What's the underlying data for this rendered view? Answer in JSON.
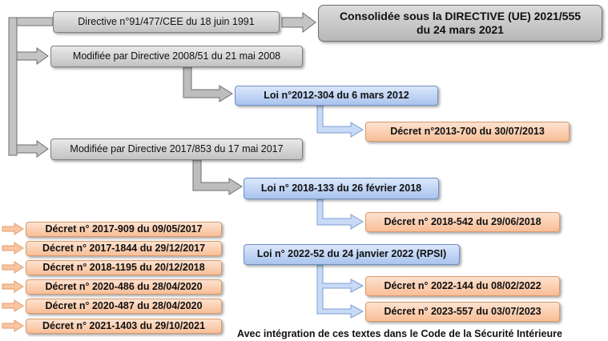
{
  "nodes": {
    "directive_1991": "Directive n°91/477/CEE du 18 juin 1991",
    "consolidated": "Consolidée sous la DIRECTIVE (UE) 2021/555\ndu 24 mars 2021",
    "modified_2008": "Modifiée par Directive 2008/51 du 21 mai 2008",
    "loi_2012": "Loi n°2012-304 du 6 mars 2012",
    "decret_2013": "Décret n°2013-700 du 30/07/2013",
    "modified_2017": "Modifiée par Directive 2017/853 du 17 mai 2017",
    "loi_2018": "Loi n° 2018-133 du 26 février 2018",
    "decret_2018_542": "Décret n° 2018-542 du 29/06/2018",
    "loi_2022": "Loi n° 2022-52 du 24 janvier 2022 (RPSI)",
    "decret_2022": "Décret n° 2022-144 du 08/02/2022",
    "decret_2023": "Décret n° 2023-557 du 03/07/2023"
  },
  "decree_list": [
    "Décret n° 2017-909 du 09/05/2017",
    "Décret n° 2017-1844 du 29/12/2017",
    "Décret n° 2018-1195 du 20/12/2018",
    "Décret n° 2020-486 du 28/04/2020",
    "Décret n° 2020-487 du 28/04/2020",
    "Décret n° 2021-1403 du 29/10/2021"
  ],
  "footnote": "Avec intégration de ces textes dans le Code de la Sécurité Intérieure",
  "colors": {
    "gray_box": "#d4d4d4",
    "gray_connector": "#9e9e9e",
    "blue_box": "#c2d5f5",
    "blue_connector": "#a9c4ee",
    "orange_box": "#fbcfb0",
    "orange_connector": "#f8be97"
  }
}
